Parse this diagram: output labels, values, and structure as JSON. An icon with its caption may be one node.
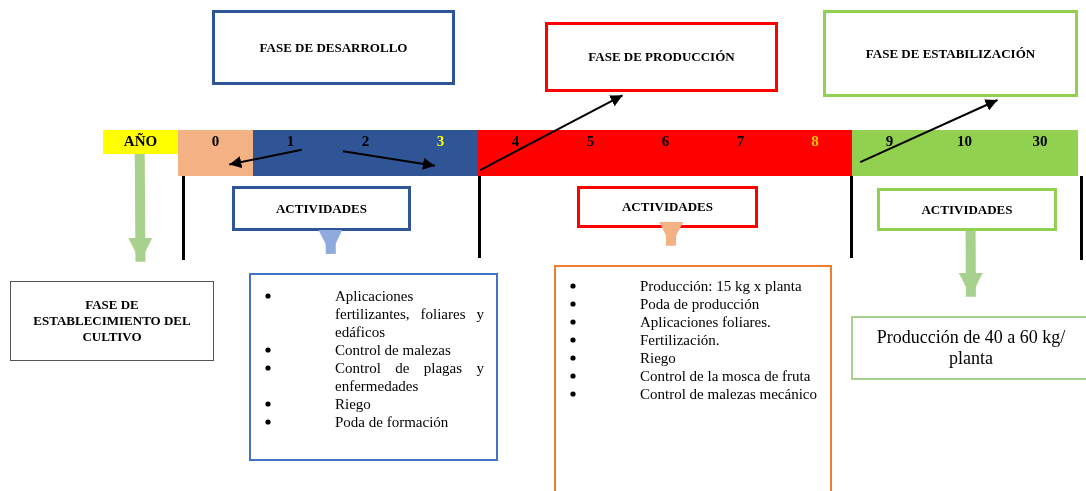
{
  "diagram": {
    "nodes": [
      {
        "text": [
          "FASE DE DESARROLLO"
        ]
      },
      {
        "text": [
          "FASE DE PRODUCCIÓN"
        ]
      },
      {
        "text": [
          "FASE DE ESTABILIZACIÓN"
        ]
      },
      {
        "text": [
          "AÑO"
        ]
      },
      {
        "text": [
          "0"
        ]
      },
      {
        "text": [
          "1"
        ]
      },
      {
        "text": [
          "2"
        ]
      },
      {
        "text": [
          "3"
        ]
      },
      {
        "text": [
          "4"
        ]
      },
      {
        "text": [
          "5"
        ]
      },
      {
        "text": [
          "6"
        ]
      },
      {
        "text": [
          "7"
        ]
      },
      {
        "text": [
          "8"
        ]
      },
      {
        "text": [
          "9"
        ]
      },
      {
        "text": [
          "10"
        ]
      },
      {
        "text": [
          "30"
        ]
      },
      {
        "text": [
          "ACTIVIDADES"
        ]
      },
      {
        "text": [
          "ACTIVIDADES"
        ]
      },
      {
        "text": [
          "ACTIVIDADES"
        ]
      },
      {
        "text": [
          "FASE DE ESTABLECIMIENTO DEL CULTIVO"
        ]
      },
      {
        "text": [
          "Aplicaciones fertilizantes, foliares y edáficos",
          "Control de malezas",
          "Control de plagas y enfermedades",
          "Riego",
          "Poda de formación"
        ]
      },
      {
        "text": [
          "Producción: 15 kg x planta",
          "Poda de producción",
          "Aplicaciones foliares.",
          "Fertilización.",
          "Riego",
          "Control de la mosca de fruta",
          "Control de malezas mecánico"
        ]
      },
      {
        "text": [
          "Producción de 40 a 60 kg/ planta"
        ]
      }
    ],
    "edges": [
      {
        "from": 5,
        "to": 4,
        "arrow": "to"
      },
      {
        "from": 6,
        "to": 7,
        "arrow": "to"
      },
      {
        "from": 8,
        "to": 1,
        "arrow": "to"
      },
      {
        "from": 13,
        "to": 2,
        "arrow": "to"
      },
      {
        "from": 3,
        "to": 19,
        "arrow": "to",
        "style": "thick",
        "color": "#a9d18e"
      },
      {
        "from": 16,
        "to": 20,
        "arrow": "to",
        "style": "thick",
        "color": "#8faadc"
      },
      {
        "from": 17,
        "to": 21,
        "arrow": "to",
        "style": "thick",
        "color": "#f4b183"
      },
      {
        "from": 18,
        "to": 22,
        "arrow": "to",
        "style": "thick",
        "color": "#a9d18e"
      }
    ]
  }
}
